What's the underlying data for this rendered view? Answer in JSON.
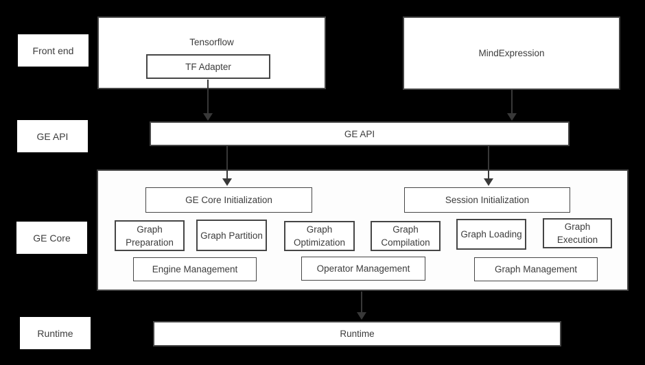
{
  "colors": {
    "background": "#000000",
    "box_fill": "#ffffff",
    "panel_fill": "#fdfdfd",
    "border": "#454545",
    "text": "#3c3c3c",
    "arrow": "#383838"
  },
  "side_labels": {
    "front_end": "Front end",
    "ge_api": "GE API",
    "ge_core": "GE Core",
    "runtime": "Runtime"
  },
  "front_end": {
    "tensorflow_title": "Tensorflow",
    "tf_adapter": "TF Adapter",
    "mind_expression": "MindExpression"
  },
  "ge_api": {
    "bar_label": "GE API"
  },
  "ge_core": {
    "core_init": "GE Core Initialization",
    "session_init": "Session Initialization",
    "modules": [
      "Graph Preparation",
      "Graph Partition",
      "Graph Optimization",
      "Graph Compilation",
      "Graph Loading",
      "Graph Execution"
    ],
    "management": [
      "Engine Management",
      "Operator Management",
      "Graph Management"
    ]
  },
  "runtime": {
    "bar_label": "Runtime"
  }
}
